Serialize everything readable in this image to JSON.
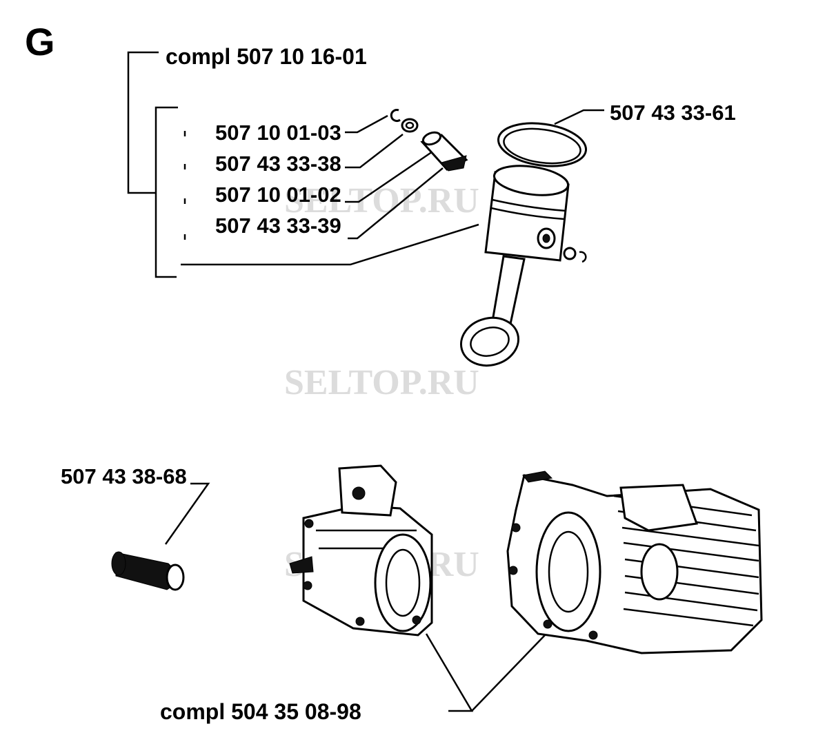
{
  "section_letter": "G",
  "watermark": "SELTOP.RU",
  "labels": {
    "piston_kit": "compl 507 10 16-01",
    "circlip": "507 10 01-03",
    "bearing": "507 43 33-38",
    "piston_pin": "507 10 01-02",
    "piston": "507 43 33-39",
    "piston_ring": "507 43 33-61",
    "sleeve": "507 43 38-68",
    "crankcase_kit": "compl 504 35 08-98"
  }
}
